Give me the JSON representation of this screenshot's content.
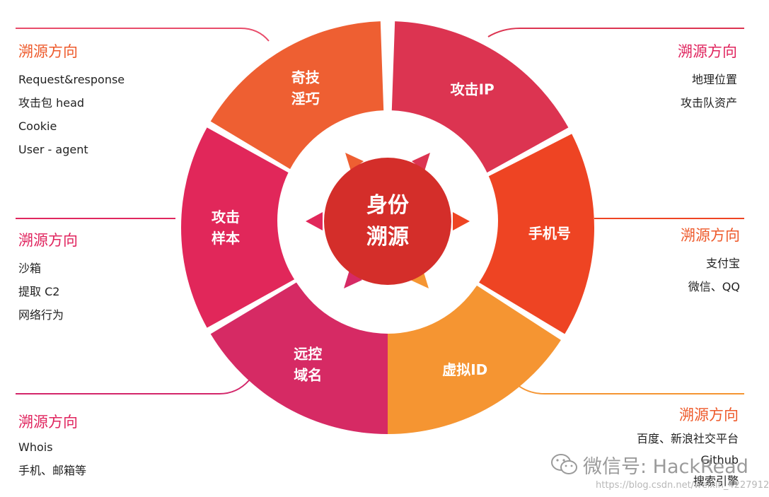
{
  "center": {
    "line1": "身份",
    "line2": "溯源"
  },
  "segments": [
    {
      "id": "attack-ip",
      "line1": "攻击IP",
      "line2": "",
      "color": "#dc3451"
    },
    {
      "id": "phone",
      "line1": "手机号",
      "line2": "",
      "color": "#ee4423"
    },
    {
      "id": "virtual-id",
      "line1": "虚拟ID",
      "line2": "",
      "color": "#f59532"
    },
    {
      "id": "remote-domain",
      "line1": "远控",
      "line2": "域名",
      "color": "#d62a64"
    },
    {
      "id": "attack-sample",
      "line1": "攻击",
      "line2": "样本",
      "color": "#e1275a"
    },
    {
      "id": "tricks",
      "line1": "奇技",
      "line2": "淫巧",
      "color": "#ee5f32"
    }
  ],
  "panels": {
    "top_left": {
      "title": "溯源方向",
      "items": [
        "Request&response",
        "攻击包 head",
        "Cookie",
        "User - agent"
      ]
    },
    "mid_left": {
      "title": "溯源方向",
      "items": [
        "沙箱",
        "提取 C2",
        "网络行为"
      ]
    },
    "bottom_left": {
      "title": "溯源方向",
      "items": [
        "Whois",
        "手机、邮箱等"
      ]
    },
    "top_right": {
      "title": "溯源方向",
      "items": [
        "地理位置",
        "攻击队资产"
      ]
    },
    "mid_right": {
      "title": "溯源方向",
      "items": [
        "支付宝",
        "微信、QQ"
      ]
    },
    "bottom_right": {
      "title": "溯源方向",
      "items": [
        "百度、新浪社交平台",
        "Github",
        "搜索引擎"
      ]
    }
  },
  "watermark": {
    "text": "微信号: HackRead",
    "url": "https://blog.csdn.net/weixin_4227912"
  },
  "colors": {
    "pink_title": "#e0245e",
    "orange_title": "#ee5a2b",
    "center": "#d42e2a"
  }
}
